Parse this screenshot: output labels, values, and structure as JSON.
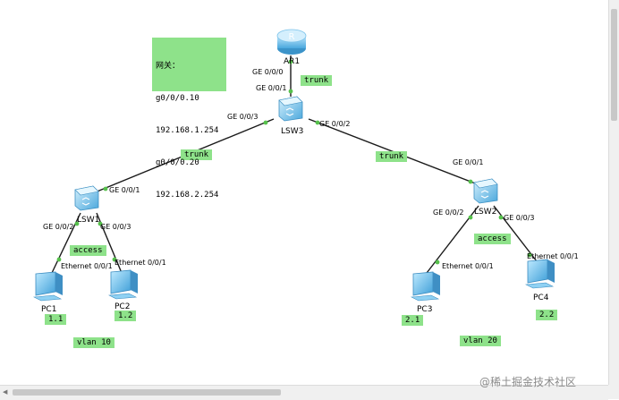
{
  "note": {
    "lines": [
      "网关：",
      "g0/0/0.10",
      "192.168.1.254",
      "g0/0/0.20",
      "192.168.2.254"
    ]
  },
  "devices": {
    "ar1": "AR1",
    "lsw3": "LSW3",
    "lsw1": "LSW1",
    "lsw2": "LSW2",
    "pc1": "PC1",
    "pc2": "PC2",
    "pc3": "PC3",
    "pc4": "PC4"
  },
  "ports": {
    "ar1_g000": "GE 0/0/0",
    "lsw3_g001": "GE 0/0/1",
    "lsw3_g003": "GE 0/0/3",
    "lsw3_g002": "GE 0/0/2",
    "lsw1_g001": "GE 0/0/1",
    "lsw1_g002": "GE 0/0/2",
    "lsw1_g003": "GE 0/0/3",
    "lsw2_g001": "GE 0/0/1",
    "lsw2_g002": "GE 0/0/2",
    "lsw2_g003": "GE 0/0/3",
    "pc1_eth": "Ethernet 0/0/1",
    "pc2_eth": "Ethernet 0/0/1",
    "pc3_eth": "Ethernet 0/0/1",
    "pc4_eth": "Ethernet 0/0/1"
  },
  "tags": {
    "trunk_top": "trunk",
    "trunk_left": "trunk",
    "trunk_right": "trunk",
    "access_left": "access",
    "access_right": "access",
    "pc1_ip": "1.1",
    "pc2_ip": "1.2",
    "pc3_ip": "2.1",
    "pc4_ip": "2.2",
    "vlan10": "vlan 10",
    "vlan20": "vlan 20"
  },
  "watermark": "@稀土掘金技术社区",
  "colors": {
    "tag_bg": "#8ee28a",
    "link": "#1a1a1a",
    "port_dot": "#56c14c",
    "device_blue": "#5bb2e6"
  }
}
